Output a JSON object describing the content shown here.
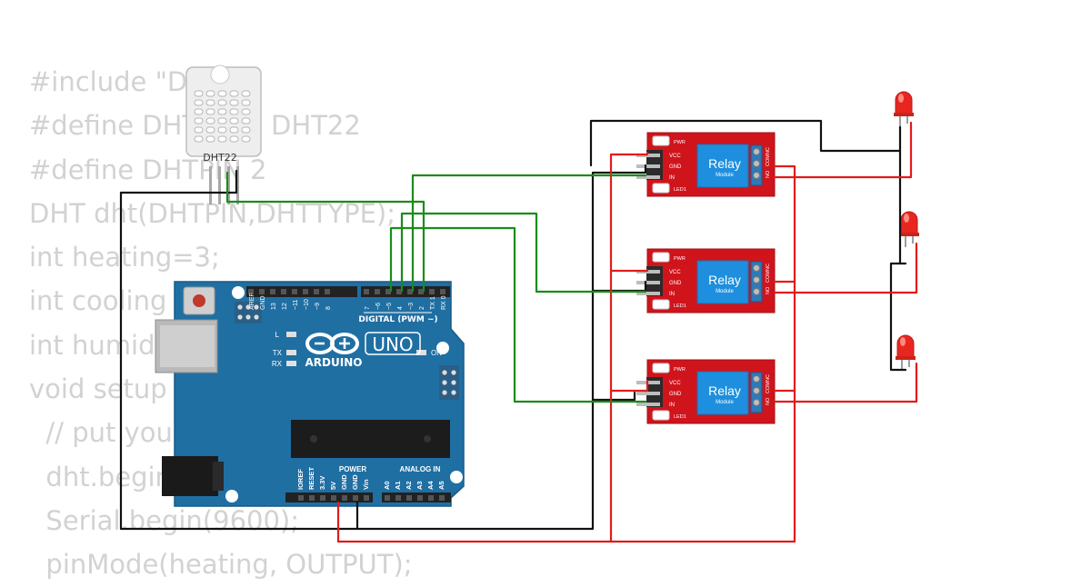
{
  "code_lines": [
    "#include \"DHT.h\"",
    "#define DHTTYPE DHT22",
    "#define DHTPIN 2",
    "DHT dht(DHTPIN,DHTTYPE);",
    "int heating=3;",
    "int cooling",
    "int humid",
    "void setup",
    "  // put your                  run once:",
    "  dht.begin",
    "  Serial.begin(9600);",
    "  pinMode(heating, OUTPUT);"
  ],
  "sensor": {
    "label": "DHT22"
  },
  "arduino": {
    "model": "UNO",
    "brand": "ARDUINO",
    "digital_header": "DIGITAL (PWM ~)",
    "on_label": "ON",
    "l_label": "L",
    "tx_label": "TX",
    "rx_label": "RX",
    "top_pins": [
      "AREF",
      "GND",
      "13",
      "12",
      "~11",
      "~10",
      "~9",
      "8",
      "7",
      "~6",
      "~5",
      "4",
      "~3",
      "2",
      "TX 1",
      "RX 0"
    ],
    "power_header": "POWER",
    "analog_header": "ANALOG IN",
    "power_pins": [
      "IOREF",
      "RESET",
      "3.3V",
      "5V",
      "GND",
      "GND",
      "Vin"
    ],
    "analog_pins": [
      "A0",
      "A1",
      "A2",
      "A3",
      "A4",
      "A5"
    ]
  },
  "relay": {
    "title": "Relay",
    "subtitle": "Module",
    "pwr_label": "PWR",
    "led_label": "LED1",
    "pins": [
      "VCC",
      "GND",
      "IN"
    ],
    "terminals": [
      "NC",
      "COM",
      "NO"
    ]
  },
  "wire_colors": {
    "black": "#111111",
    "red": "#e21b1b",
    "green": "#1a8c1a"
  },
  "board_color": "#1f6fa3",
  "relay_color": "#d0141c",
  "led_color": "#e8261f"
}
